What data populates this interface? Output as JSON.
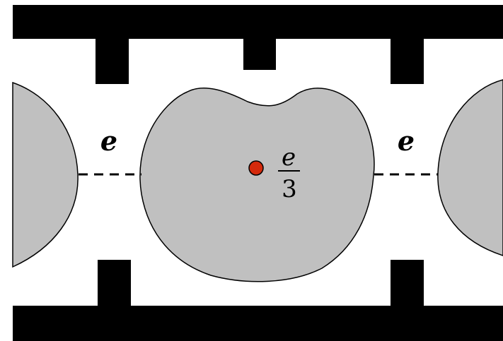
{
  "diagram": {
    "gap_label_left": "e",
    "gap_label_right": "e",
    "center_fraction": {
      "numerator": "e",
      "denominator": "3"
    },
    "colors": {
      "wall": "#000000",
      "blob_fill": "#c0c0c0",
      "blob_stroke": "#000000",
      "center_marker": "#d42a0c",
      "gap_line": "#000000",
      "background": "#ffffff"
    }
  }
}
